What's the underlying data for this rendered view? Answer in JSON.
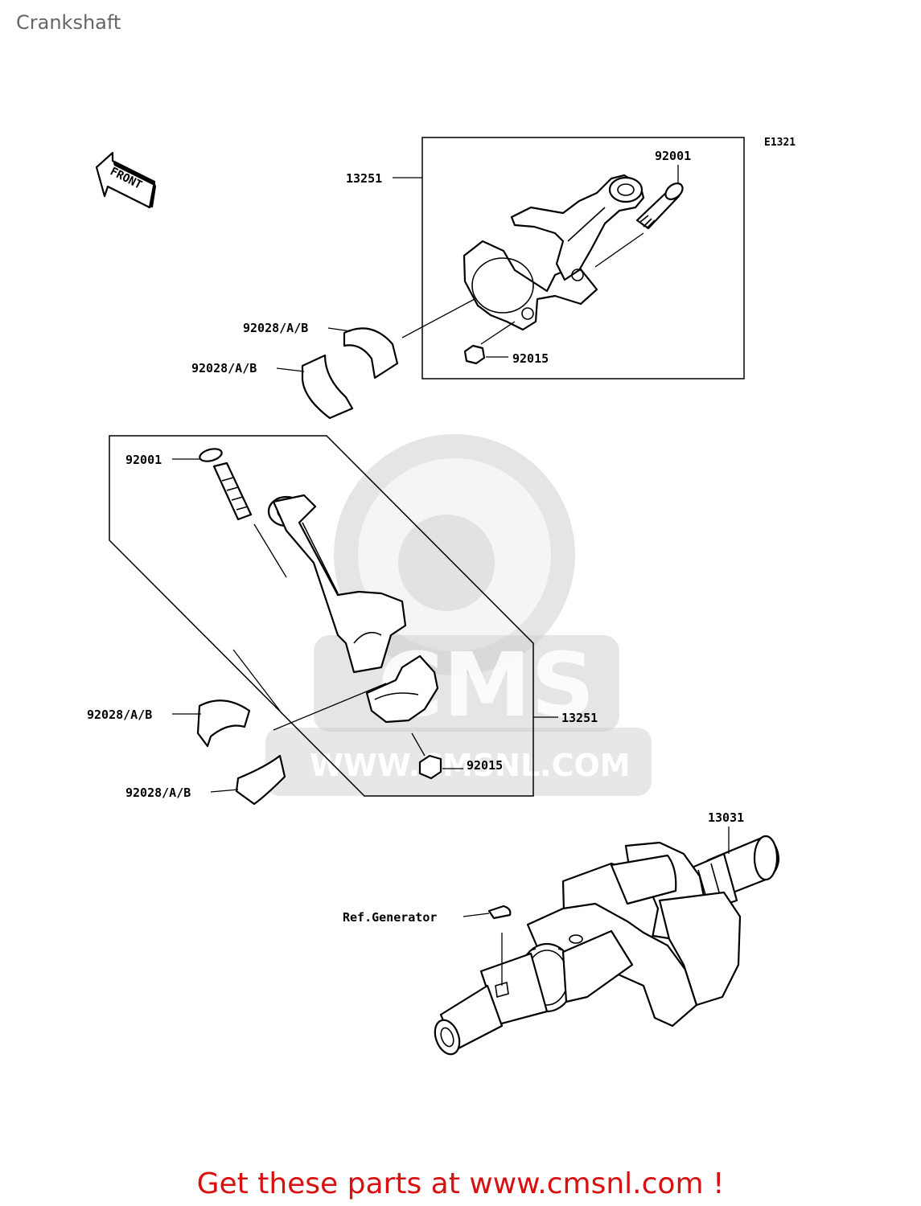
{
  "title": "Crankshaft",
  "diagram_code": "E1321",
  "front_arrow_label": "FRONT",
  "watermark": {
    "logo_text": "CMS",
    "url_text": "WWW.CMSNL.COM"
  },
  "callouts": {
    "conrod_upper_box": "13251",
    "bolt_upper": "92001",
    "bearing_upper_1": "92028/A/B",
    "bearing_upper_2": "92028/A/B",
    "nut_upper": "92015",
    "bolt_lower": "92001",
    "conrod_lower_box": "13251",
    "bearing_lower_1": "92028/A/B",
    "bearing_lower_2": "92028/A/B",
    "nut_lower": "92015",
    "crankshaft": "13031",
    "key_ref": "Ref.Generator"
  },
  "footer_cta": "Get these parts at www.cmsnl.com !",
  "colors": {
    "footer_text": "#d81010",
    "title_text": "#666666",
    "watermark": "#cfcfcf"
  }
}
